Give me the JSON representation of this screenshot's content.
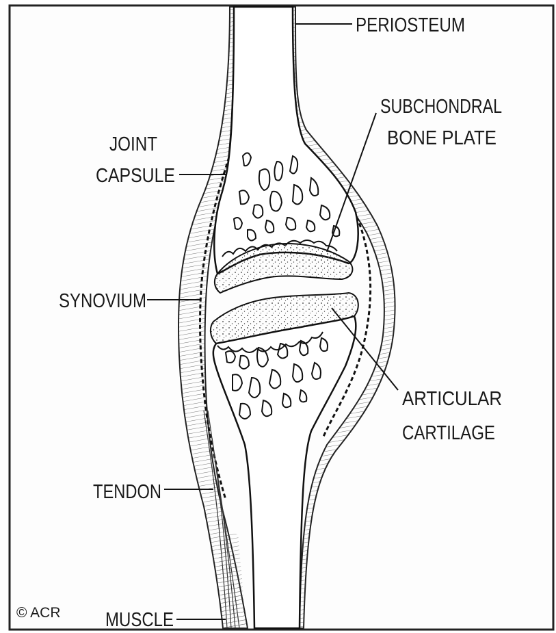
{
  "diagram": {
    "labels": {
      "periosteum": "PERIOSTEUM",
      "subchondral_1": "SUBCHONDRAL",
      "subchondral_2": "BONE PLATE",
      "joint_capsule_1": "JOINT",
      "joint_capsule_2": "CAPSULE",
      "synovium": "SYNOVIUM",
      "articular_1": "ARTICULAR",
      "articular_2": "CARTILAGE",
      "tendon": "TENDON",
      "muscle": "MUSCLE"
    },
    "copyright": "© ACR"
  }
}
